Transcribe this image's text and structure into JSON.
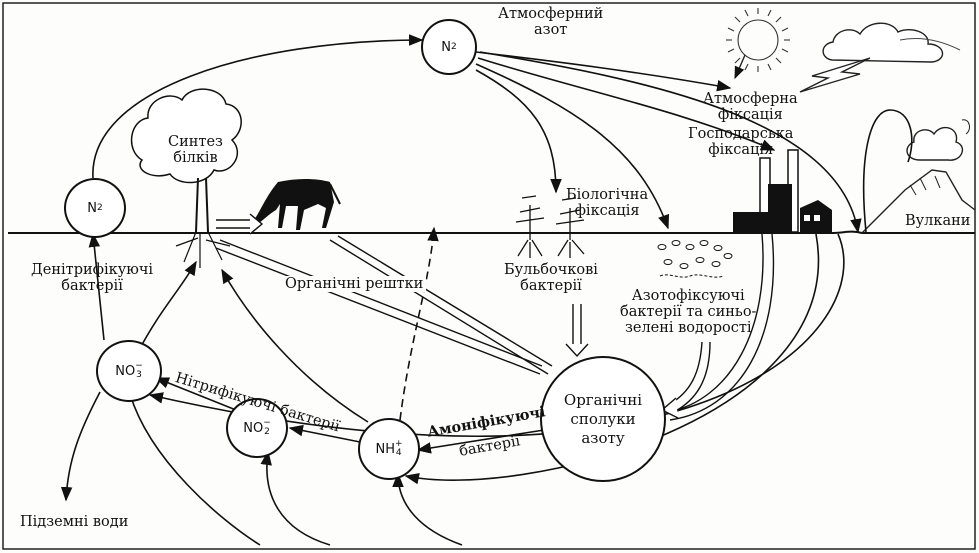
{
  "labels": {
    "atm_nitrogen": [
      "Атмосферний",
      "азот"
    ],
    "atm_fixation": [
      "Атмосферна",
      "фіксація"
    ],
    "ind_fixation": [
      "Господарська",
      "фіксація"
    ],
    "volcanoes": "Вулкани",
    "protein_synthesis": [
      "Синтез",
      "білків"
    ],
    "bio_fixation": [
      "Біологічна",
      "фіксація"
    ],
    "nodule_bacteria": [
      "Бульбочкові",
      "бактерії"
    ],
    "denitrifying": [
      "Денітрифікуючі",
      "бактерії"
    ],
    "organic_remains": "Органічні рештки",
    "azotobacteria": [
      "Азотофіксуючі",
      "бактерії та синьо-",
      "зелені водорості"
    ],
    "nitrifying": "Нітрифікуючі бактерії",
    "ammonifying": [
      "Амоніфікуючі",
      "бактерії"
    ],
    "groundwater": "Підземні води"
  },
  "nodes": {
    "n2_top": {
      "base": "N",
      "sub": "2"
    },
    "n2_left": {
      "base": "N",
      "sub": "2"
    },
    "no3": {
      "base": "NO",
      "sub": "3",
      "sup": "−"
    },
    "no2": {
      "base": "NO",
      "sub": "2",
      "sup": "−"
    },
    "nh4": {
      "base": "NH",
      "sub": "4",
      "sup": "+"
    },
    "organic": [
      "Органічні",
      "сполуки",
      "азоту"
    ]
  }
}
